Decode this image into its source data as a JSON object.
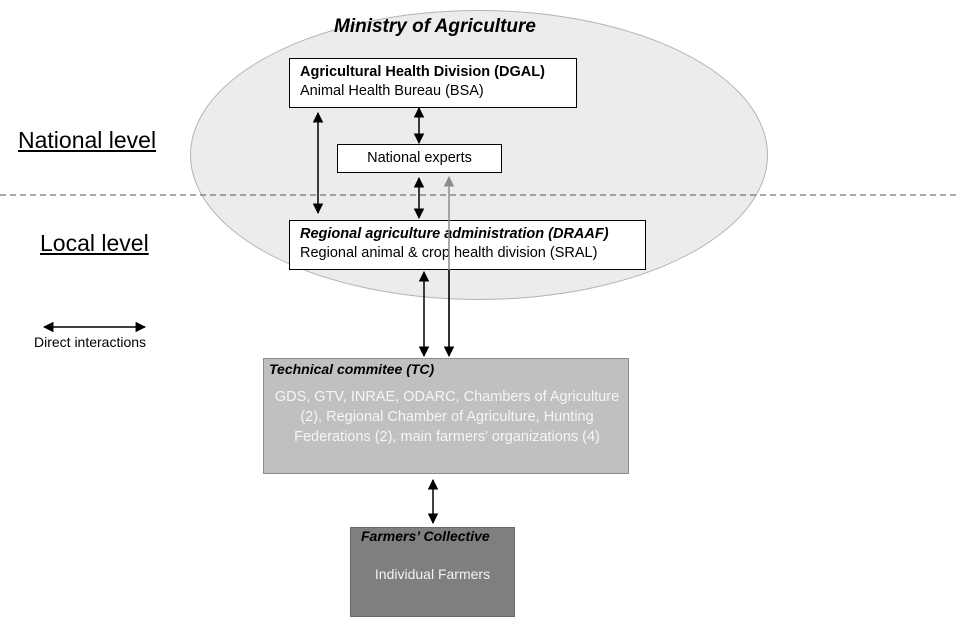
{
  "ministry": {
    "title": "Ministry of Agriculture"
  },
  "levels": {
    "national": "National level",
    "local": "Local level"
  },
  "dgal": {
    "line1": "Agricultural Health Division (DGAL)",
    "line2": "Animal Health Bureau (BSA)"
  },
  "experts": {
    "label": "National experts"
  },
  "draaf": {
    "line1": "Regional agriculture administration (DRAAF)",
    "line2": "Regional animal & crop health division (SRAL)"
  },
  "legend": {
    "label": "Direct interactions"
  },
  "technical_committee": {
    "title": "Technical commitee (TC)",
    "lines": [
      "GDS, GTV, INRAE, ODARC, Chambers of Agriculture",
      "(2), Regional Chamber of Agriculture, Hunting",
      "Federations (2), main farmers' organizations (4)"
    ]
  },
  "farmers_collective": {
    "title": "Farmers’ Collective",
    "body": "Individual Farmers"
  },
  "colors": {
    "ellipse_fill": "#ececec",
    "tc_fill": "#c0c0c0",
    "fc_fill": "#7f7f7f",
    "gray_arrow": "#8c8c8c"
  }
}
